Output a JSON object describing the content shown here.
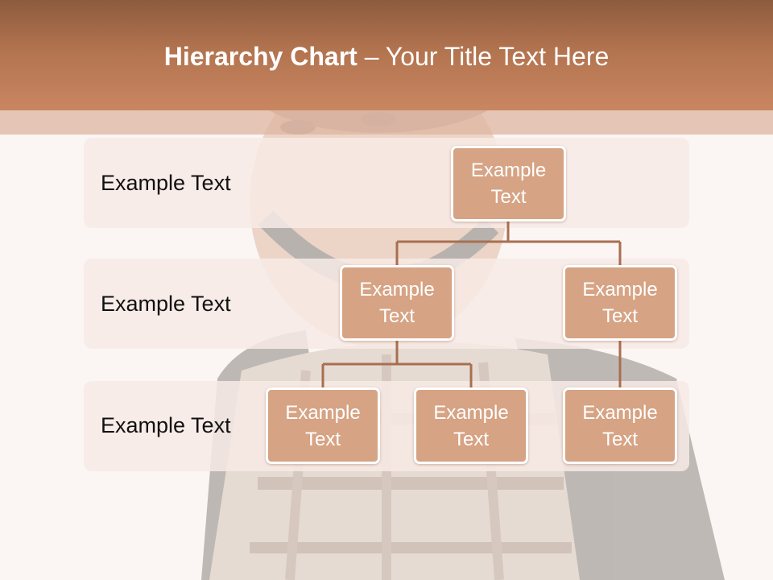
{
  "title": {
    "bold": "Hierarchy Chart",
    "separator": " – ",
    "rest": "Your Title Text Here"
  },
  "levels": [
    {
      "label": "Example Text"
    },
    {
      "label": "Example Text"
    },
    {
      "label": "Example Text"
    }
  ],
  "nodes": {
    "root": "Example\nText",
    "mid_left": "Example\nText",
    "mid_right": "Example\nText",
    "leaf_1": "Example\nText",
    "leaf_2": "Example\nText",
    "leaf_3": "Example\nText"
  },
  "colors": {
    "header": "#b2734f",
    "node_fill": "#d6a384",
    "connector": "#a86f50",
    "band": "#f7eae5"
  }
}
